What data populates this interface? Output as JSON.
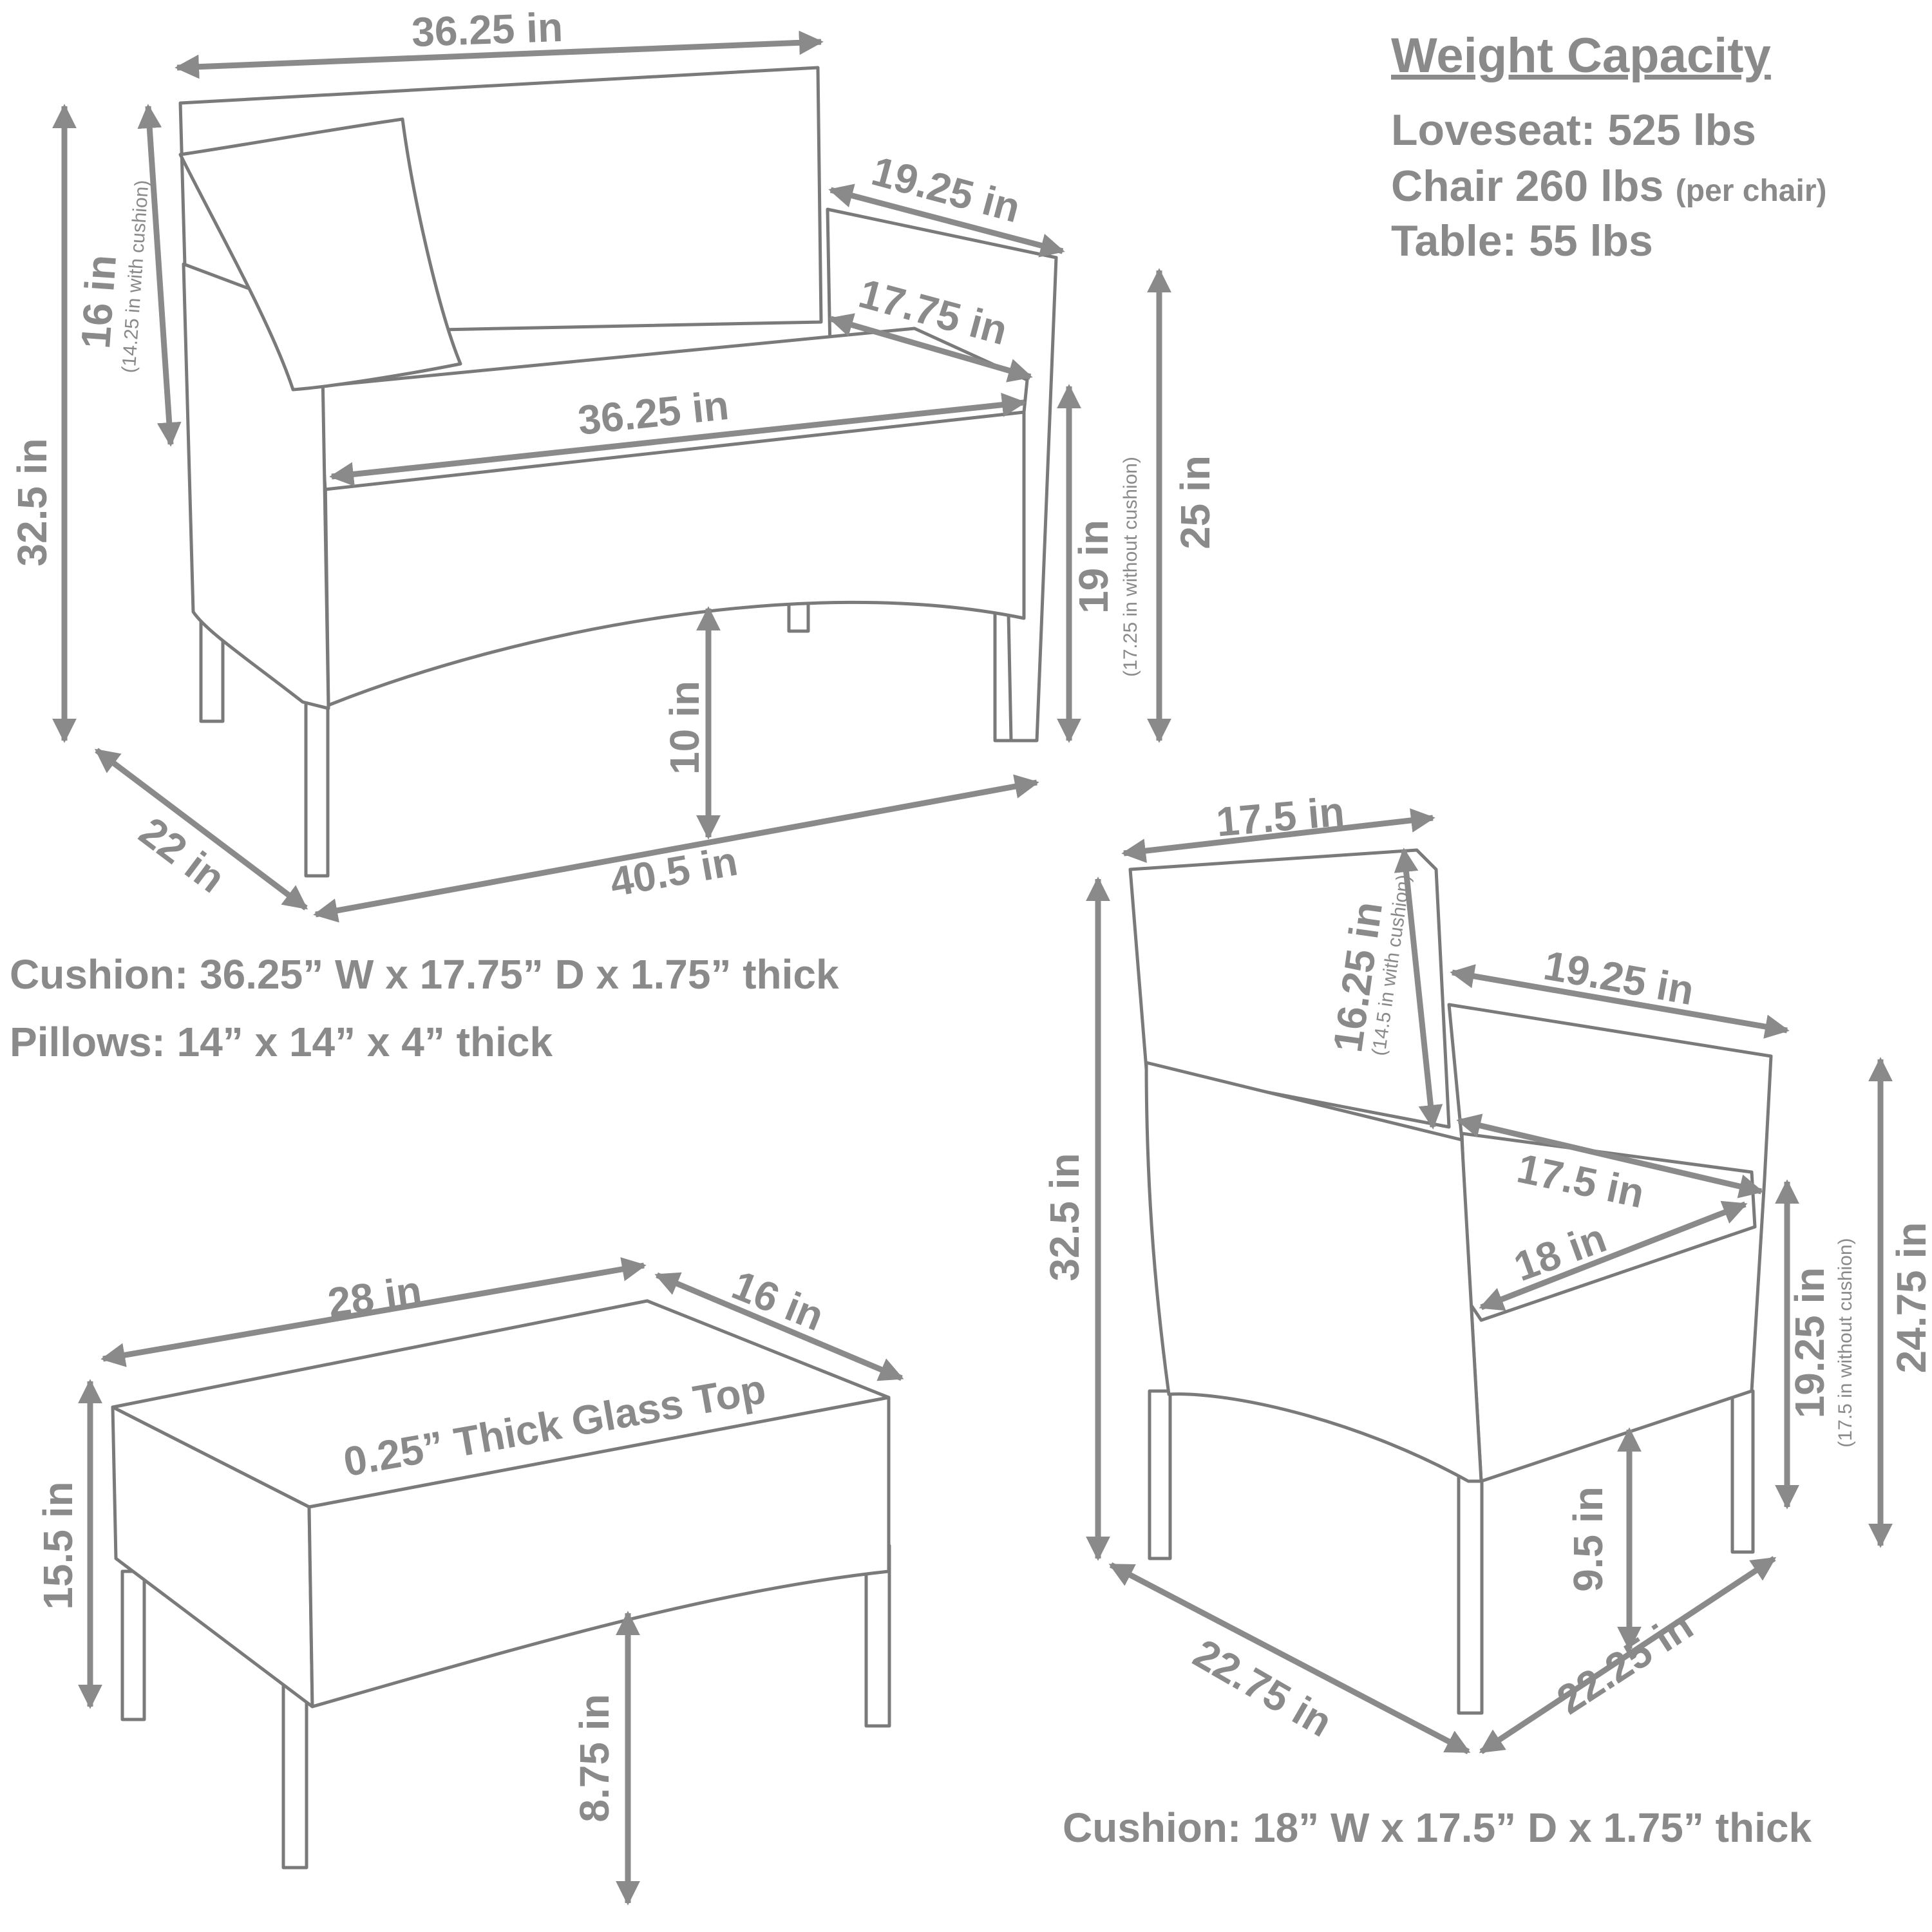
{
  "weight_capacity": {
    "title": "Weight Capacity",
    "loveseat": "Loveseat: 525 lbs",
    "chair": "Chair 260 lbs",
    "chair_note": "(per chair)",
    "table": "Table: 55 lbs"
  },
  "loveseat": {
    "top_width": "36.25 in",
    "arm_depth": "19.25 in",
    "seat_depth": "17.75 in",
    "seat_width": "36.25 in",
    "back_height": "16 in",
    "back_height_note": "(14.25 in with cushion)",
    "total_height": "32.5 in",
    "seat_height": "19 in",
    "seat_height_note": "(17.25 in without cushion)",
    "arm_height": "25 in",
    "clearance": "10 in",
    "depth": "22 in",
    "width": "40.5 in",
    "cushion_spec": "Cushion: 36.25” W x 17.75” D x 1.75” thick",
    "pillow_spec": "Pillows: 14” x 14” x 4” thick"
  },
  "table": {
    "width": "28 in",
    "depth": "16 in",
    "glass": "0.25” Thick Glass Top",
    "height": "15.5 in",
    "clearance": "8.75 in"
  },
  "chair": {
    "back_width": "17.5 in",
    "arm_depth": "19.25 in",
    "back_height": "16.25 in",
    "back_height_note": "(14.5 in with cushion)",
    "seat_depth": "17.5 in",
    "seat_width": "18 in",
    "total_height": "32.5 in",
    "seat_height": "19.25 in",
    "seat_height_note": "(17.5 in without cushion)",
    "arm_height": "24.75 in",
    "clearance": "9.5 in",
    "width": "22.75 in",
    "depth": "22.25 in",
    "cushion_spec": "Cushion: 18” W x 17.5” D x 1.75” thick"
  }
}
